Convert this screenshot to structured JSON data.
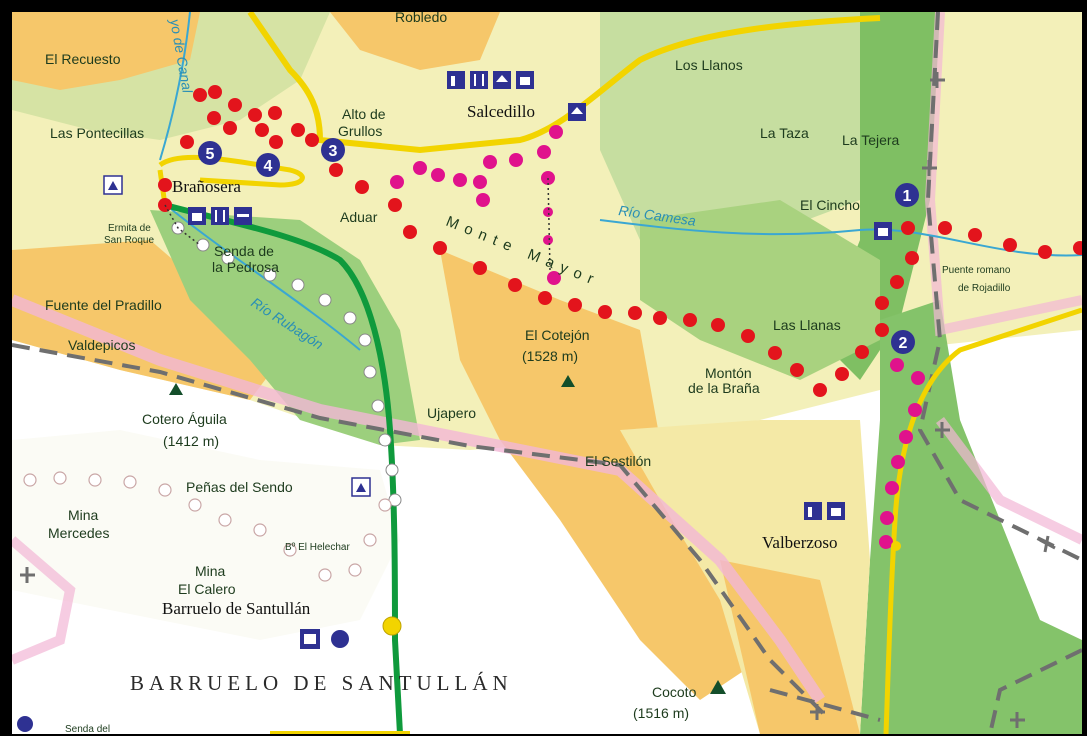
{
  "places": {
    "robledo": "Robledo",
    "el_recuesto": "El Recuesto",
    "las_pontecillas": "Las Pontecillas",
    "alto_de": "Alto de",
    "grullos": "Grullos",
    "salcedillo": "Salcedillo",
    "los_llanos": "Los Llanos",
    "la_taza": "La Taza",
    "la_tejera": "La Tejera",
    "el_cincho": "El Cincho",
    "puente_romano": "Puente romano",
    "de_rojadillo": "de Rojadillo",
    "branosera": "Brañosera",
    "aduar": "Aduar",
    "ermita_de": "Ermita de",
    "san_roque": "San Roque",
    "senda_de": "Senda de",
    "la_pedrosa": "la Pedrosa",
    "fuente_del_pradillo": "Fuente del Pradillo",
    "valdepicos": "Valdepicos",
    "el_cotejon": "El Cotejón",
    "el_cotejon_alt": "(1528 m)",
    "las_llanas": "Las Llanas",
    "monton_de": "Montón",
    "la_brana": "de la Braña",
    "cotero_aguila": "Cotero Águila",
    "cotero_aguila_alt": "(1412 m)",
    "ujapero": "Ujapero",
    "el_sestilon": "El Sestilón",
    "penas_del_sendo": "Peñas del Sendo",
    "mina_1": "Mina",
    "mercedes": "Mercedes",
    "b_el_helechar": "Bº El Helechar",
    "mina_2": "Mina",
    "el_calero": "El Calero",
    "valberzoso": "Valberzoso",
    "barruelo": "Barruelo de Santullán",
    "municipality": "BARRUELO DE SANTULLÁN",
    "cocoto": "Cocoto",
    "cocoto_alt": "(1516 m)",
    "legend_senda": "Senda del"
  },
  "terrain": {
    "ridge": "Monte Mayor",
    "river_camesa": "Río Camesa",
    "river_rubagon": "Río Rubagón",
    "river_canal": "yo de Canal"
  },
  "waypoints": [
    "1",
    "2",
    "3",
    "4",
    "5"
  ],
  "colors": {
    "route_red": "#e3141c",
    "route_magenta": "#e0128c",
    "road_yellow": "#f2d400",
    "road_green": "#0f9a3c",
    "waypoint_blue": "#2e3192",
    "border_gray": "#6f6f6f",
    "river_blue": "#3aa7d2"
  },
  "icons": [
    "lodging-icon",
    "restaurant-icon",
    "rural-house-icon",
    "castle-icon",
    "parking-icon",
    "info-icon",
    "viewpoint-icon",
    "museum-icon",
    "legend-marker-icon"
  ]
}
